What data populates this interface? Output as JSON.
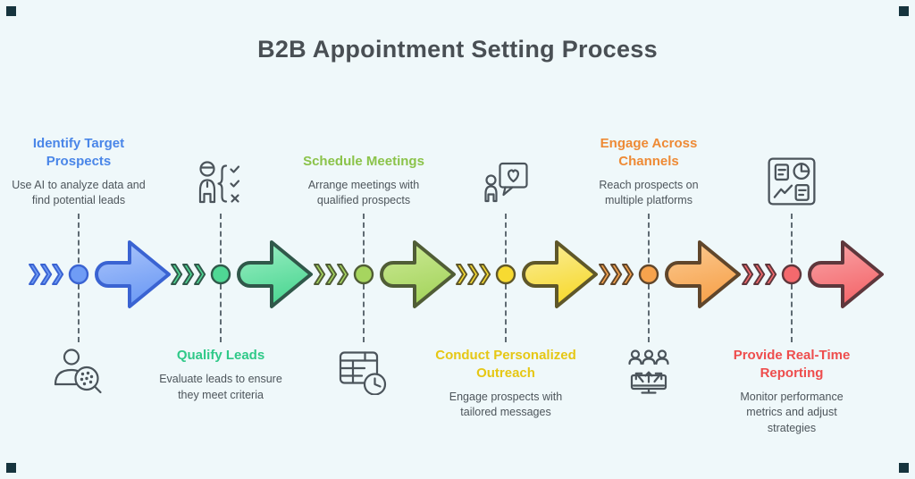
{
  "title": "B2B Appointment Setting Process",
  "colors": {
    "background": "#eff8fa",
    "main_title": "#494f54",
    "description_text": "#4d555b",
    "dashed_line": "#5f6b73",
    "icon_stroke": "#4b545b",
    "corner_mark": "#16343e"
  },
  "steps": [
    {
      "title": "Identify Target Prospects",
      "description": "Use AI to analyze data and find potential leads",
      "title_color": "#4a86e8",
      "arrow": {
        "fill": "#6f9cf5",
        "fill_light": "#adc6fa",
        "stroke": "#3a63d2"
      },
      "icon": "person-search-icon",
      "text_position": "top"
    },
    {
      "title": "Qualify Leads",
      "description": "Evaluate leads to ensure they meet criteria",
      "title_color": "#2fc988",
      "arrow": {
        "fill": "#4fd794",
        "fill_light": "#9defc5",
        "stroke": "#30584a"
      },
      "icon": "person-checklist-icon",
      "text_position": "bottom"
    },
    {
      "title": "Schedule Meetings",
      "description": "Arrange meetings with qualified prospects",
      "title_color": "#8bc34a",
      "arrow": {
        "fill": "#a6d55f",
        "fill_light": "#cdea97",
        "stroke": "#505d36"
      },
      "icon": "calendar-clock-icon",
      "text_position": "top"
    },
    {
      "title": "Conduct Personalized Outreach",
      "description": "Engage prospects with tailored messages",
      "title_color": "#e6c714",
      "arrow": {
        "fill": "#f7da31",
        "fill_light": "#faee9e",
        "stroke": "#5f5729"
      },
      "icon": "person-heart-message-icon",
      "text_position": "bottom"
    },
    {
      "title": "Engage Across Channels",
      "description": "Reach prospects on multiple platforms",
      "title_color": "#ee8a35",
      "arrow": {
        "fill": "#f7a34d",
        "fill_light": "#fbcb94",
        "stroke": "#60462b"
      },
      "icon": "people-monitor-icon",
      "text_position": "top"
    },
    {
      "title": "Provide Real-Time Reporting",
      "description": "Monitor performance metrics and adjust strategies",
      "title_color": "#ee4d4d",
      "arrow": {
        "fill": "#f4696d",
        "fill_light": "#f9a6a9",
        "stroke": "#5e373c"
      },
      "icon": "report-dashboard-icon",
      "text_position": "bottom"
    }
  ]
}
